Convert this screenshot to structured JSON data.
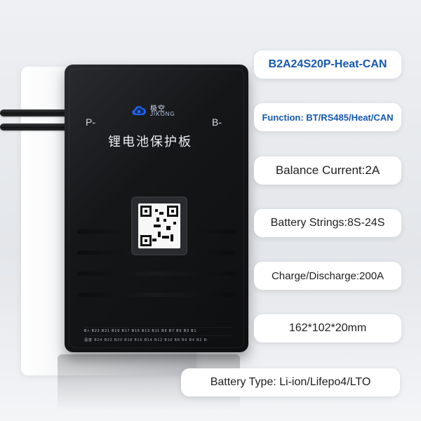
{
  "product": {
    "brand_cn": "极空",
    "brand_en": "JIKONG",
    "board_title": "锂电池保护板",
    "terminal_p_label": "P-",
    "terminal_b_label": "B-",
    "pins_row_1": "B+ B23 B21 B19 B17 B15 B13 B11 B9 B7 B5 B3 B1",
    "pins_row_2": "温度 B24 B22 B20 B18 B16 B14 B12 B10 B8 B6 B4 B2 B-",
    "icons": {
      "logo": "cloud-logo-icon",
      "qr": "qr-code-icon"
    },
    "colors": {
      "brand_blue": "#1558b0",
      "cable_blue": "#2a63f2",
      "board_black": "#121314"
    }
  },
  "specs": {
    "model": "B2A24S20P-Heat-CAN",
    "function": "Function: BT/RS485/Heat/CAN",
    "balance_current": "Balance Current:2A",
    "battery_strings": "Battery Strings:8S-24S",
    "charge_discharge": "Charge/Discharge:200A",
    "dimensions": "162*102*20mm",
    "battery_type": "Battery Type: Li-ion/Lifepo4/LTO"
  }
}
